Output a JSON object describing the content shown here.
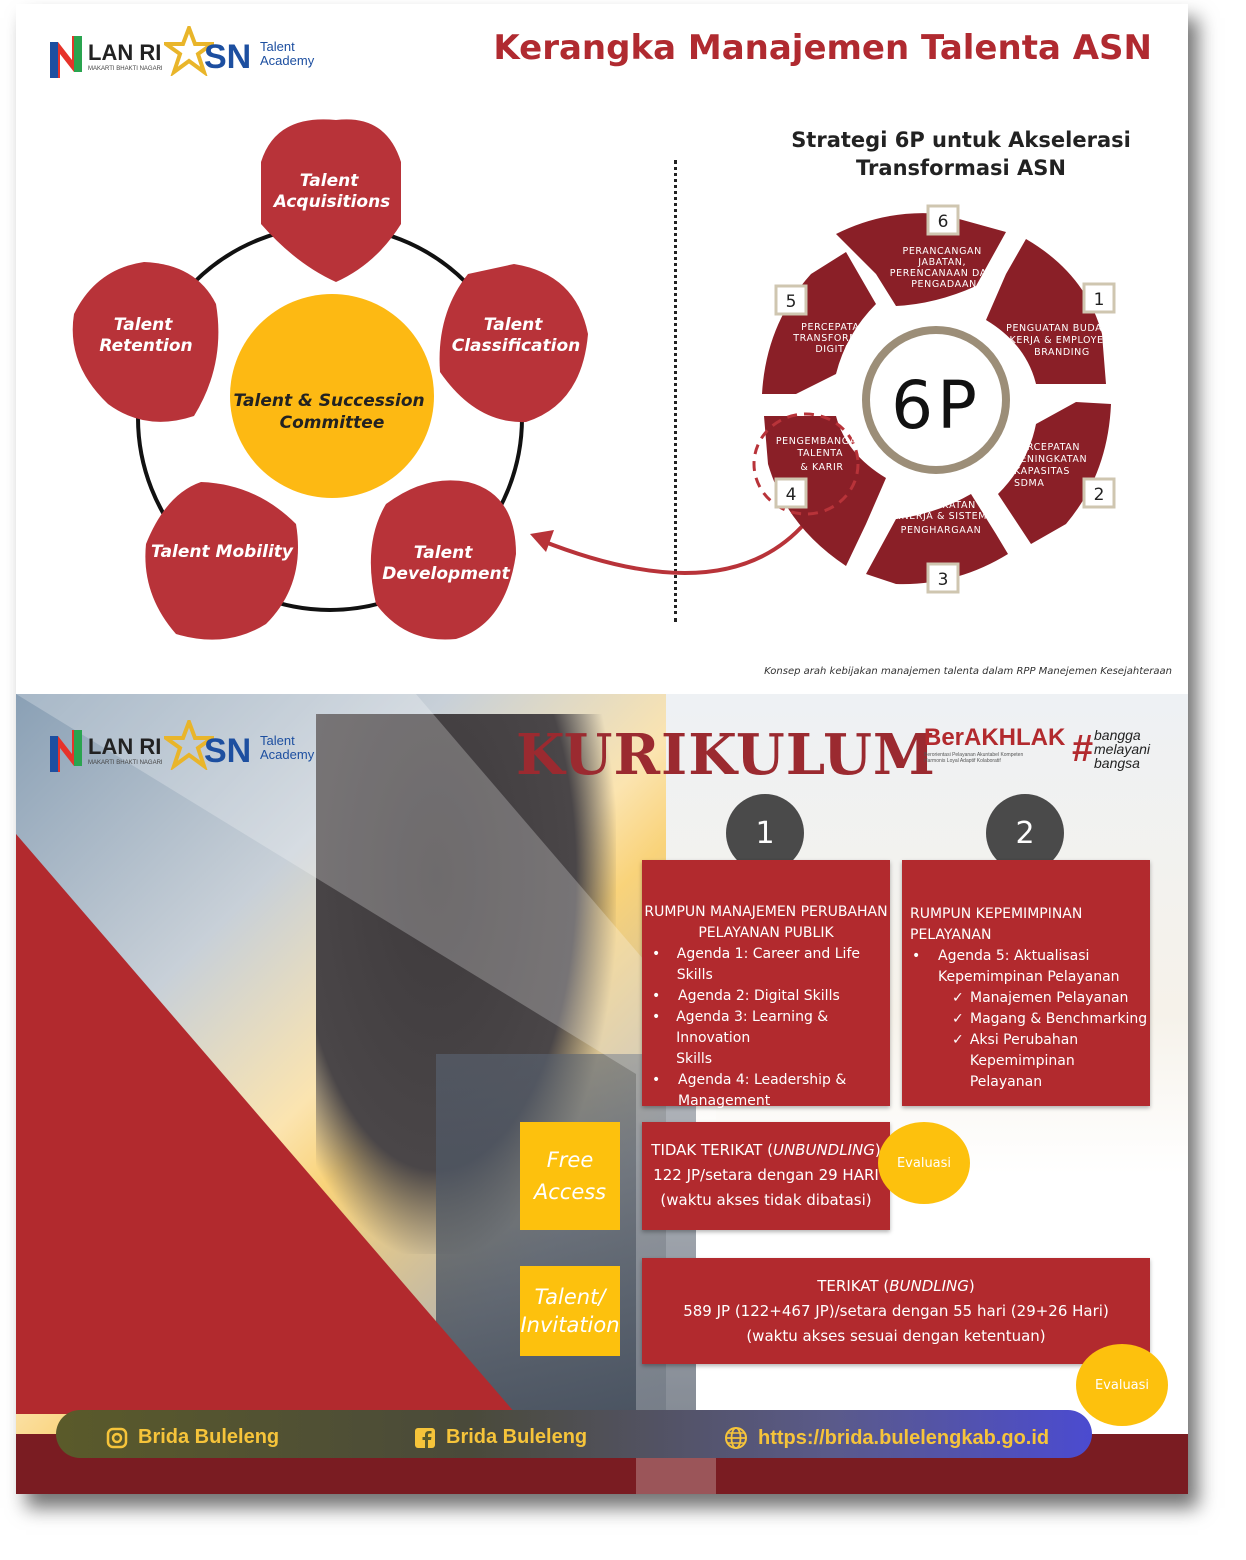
{
  "header": {
    "logo_lan": "LAN RI",
    "logo_lan_tagline": "MAKARTI BHAKTI NAGARI",
    "logo_asn": "SN",
    "logo_asn_talent": "Talent",
    "logo_asn_academy": "Academy",
    "title": "Kerangka Manajemen Talenta ASN"
  },
  "cycle": {
    "center": [
      "Talent & Succession",
      "Committee"
    ],
    "nodes": [
      {
        "lines": [
          "Talent",
          "Acquisitions"
        ]
      },
      {
        "lines": [
          "Talent",
          "Classification"
        ]
      },
      {
        "lines": [
          "Talent",
          "Development"
        ]
      },
      {
        "lines": [
          "Talent Mobility"
        ]
      },
      {
        "lines": [
          "Talent",
          "Retention"
        ]
      }
    ]
  },
  "strategy": {
    "title_line1": "Strategi 6P untuk Akselerasi",
    "title_line2": "Transformasi ASN",
    "center": "6P",
    "items": [
      {
        "num": "1",
        "lines": [
          "PENGUATAN BUDAYA",
          "KERJA & EMPLOYER",
          "BRANDING"
        ]
      },
      {
        "num": "2",
        "lines": [
          "PERCEPATAN",
          "PENINGKATAN",
          "KAPASITAS",
          "SDMA"
        ]
      },
      {
        "num": "3",
        "lines": [
          "PENINGKATAN",
          "KINERJA & SISTEM",
          "PENGHARGAAN"
        ]
      },
      {
        "num": "4",
        "lines": [
          "PENGEMBANGAN",
          "TALENTA",
          "& KARIR"
        ]
      },
      {
        "num": "5",
        "lines": [
          "PERCEPATAN",
          "TRANSFORMASI",
          "DIGITAL"
        ]
      },
      {
        "num": "6",
        "lines": [
          "PERANCANGAN",
          "JABATAN,",
          "PERENCANAAN DAN",
          "PENGADAAN"
        ]
      }
    ],
    "caption": "Konsep arah kebijakan manajemen talenta dalam RPP Manejemen Kesejahteraan"
  },
  "kurikulum": {
    "title": "KURIKULUM",
    "berakhlak": "BerAKHLAK",
    "berakhlak_sub1": "Berorientasi Pelayanan Akuntabel Kompeten",
    "berakhlak_sub2": "Harmonis Loyal Adaptif Kolaboratif",
    "hashtag": "#",
    "bangga": [
      "bangga",
      "melayani",
      "bangsa"
    ],
    "col1": {
      "num": "1",
      "heading": [
        "RUMPUN MANAJEMEN PERUBAHAN",
        "PELAYANAN PUBLIK"
      ],
      "items": [
        [
          "Agenda 1: Career and Life Skills"
        ],
        [
          "Agenda 2: Digital Skills"
        ],
        [
          "Agenda 3: Learning & Innovation",
          "Skills"
        ],
        [
          "Agenda 4: Leadership &",
          "Management"
        ]
      ]
    },
    "col2": {
      "num": "2",
      "heading": "RUMPUN KEPEMIMPINAN PELAYANAN",
      "agenda": [
        "Agenda 5: Aktualisasi",
        "Kepemimpinan Pelayanan"
      ],
      "checks": [
        [
          "Manajemen Pelayanan"
        ],
        [
          "Magang & Benchmarking"
        ],
        [
          "Aksi Perubahan",
          "Kepemimpinan Pelayanan"
        ]
      ]
    },
    "free": {
      "label": [
        "Free",
        "Access"
      ],
      "line1_a": "TIDAK TERIKAT (",
      "line1_em": "UNBUNDLING",
      "line1_b": ")",
      "line2": "122 JP/setara dengan 29 HARI",
      "line3": "(waktu akses tidak dibatasi)",
      "eval": "Evaluasi"
    },
    "talent": {
      "label": [
        "Talent/",
        "Invitation"
      ],
      "line1_a": "TERIKAT (",
      "line1_em": "BUNDLING",
      "line1_b": ")",
      "line2": "589 JP (122+467 JP)/setara dengan 55 hari (29+26 Hari)",
      "line3": "(waktu akses sesuai dengan ketentuan)",
      "eval": "Evaluasi"
    }
  },
  "footer": {
    "instagram": "Brida Buleleng",
    "facebook": "Brida Buleleng",
    "website": "https://brida.bulelengkab.go.id"
  },
  "colors": {
    "red": "#b22a2e",
    "dark_red": "#7a1c22",
    "yellow": "#fdc10d",
    "footer_text": "#f6c43a"
  },
  "icons": [
    "instagram-icon",
    "facebook-icon",
    "globe-icon",
    "checkmark-icon"
  ]
}
